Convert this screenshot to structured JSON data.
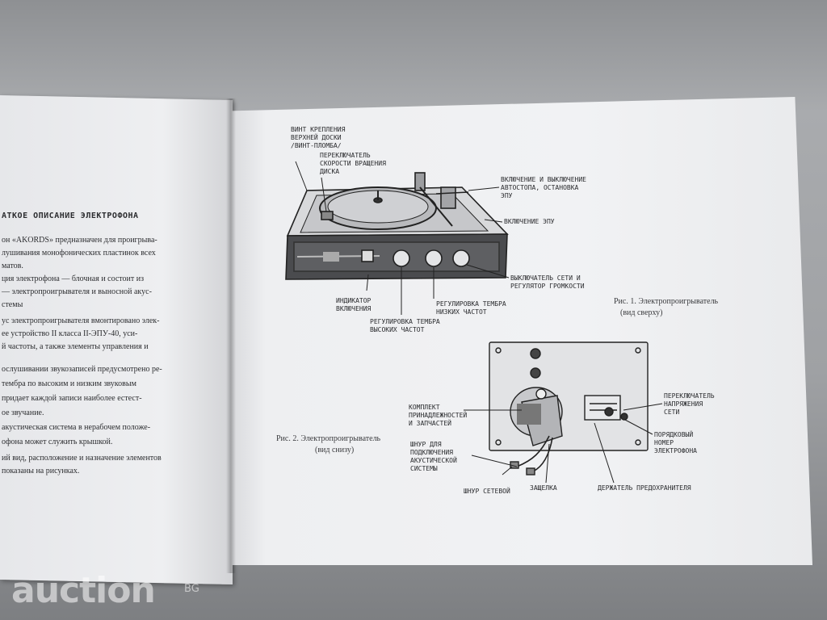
{
  "left_page": {
    "heading": "АТКОЕ ОПИСАНИЕ ЭЛЕКТРОФОНА",
    "lines": [
      "он «AKORDS» предназначен для проигрыва-",
      "лушивания монофонических пластинок всех",
      "матов.",
      "ция электрофона — блочная и состоит из",
      "— электропроигрывателя и выносной акус-",
      "стемы",
      "ус электропроигрывателя вмонтировано элек-",
      "ее устройство II класса II-ЭПУ-40, уси-",
      "й частоты, а также элементы управления и",
      "ослушивании звукозаписей предусмотрено ре-",
      "тембра по высоким и низким звуковым",
      "придает каждой записи наиболее естест-",
      "ое звучание.",
      "акустическая система в нерабочем положе-",
      "офона может служить крышкой.",
      "ий вид, расположение и назначение элементов",
      "показаны на рисунках."
    ]
  },
  "figure1": {
    "caption_line1": "Рис. 1. Электропроигрыватель",
    "caption_line2": "(вид сверху)",
    "labels": {
      "screw": "ВИНТ КРЕПЛЕНИЯ\nВЕРХНЕЙ ДОСКИ\n/ВИНТ-ПЛОМБА/",
      "speed": "ПЕРЕКЛЮЧАТЕЛЬ\nСКОРОСТИ ВРАЩЕНИЯ\nДИСКА",
      "autostop": "ВКЛЮЧЕНИЕ И ВЫКЛЮЧЕНИЕ\nАВТОСТОПА, ОСТАНОВКА\nЭПУ",
      "epu_on": "ВКЛЮЧЕНИЕ ЭПУ",
      "power": "ВЫКЛЮЧАТЕЛЬ СЕТИ И\nРЕГУЛЯТОР ГРОМКОСТИ",
      "indicator": "ИНДИКАТОР\nВКЛЮЧЕНИЯ",
      "bass": "РЕГУЛИРОВКА ТЕМБРА\nНИЗКИХ ЧАСТОТ",
      "treble": "РЕГУЛИРОВКА ТЕМБРА\nВЫСОКИХ ЧАСТОТ"
    }
  },
  "figure2": {
    "caption_line1": "Рис. 2. Электропроигрыватель",
    "caption_line2": "(вид снизу)",
    "labels": {
      "accessories": "КОМПЛЕКТ\nПРИНАДЛЕЖНОСТЕЙ\nИ ЗАПЧАСТЕЙ",
      "speaker_cord": "ШНУР ДЛЯ\nПОДКЛЮЧЕНИЯ\nАКУСТИЧЕСКОЙ\nСИСТЕМЫ",
      "voltage": "ПЕРЕКЛЮЧАТЕЛЬ\nНАПРЯЖЕНИЯ\nСЕТИ",
      "serial": "ПОРЯДКОВЫЙ\nНОМЕР\nЭЛЕКТРОФОНА",
      "mains_cord": "ШНУР СЕТЕВОЙ",
      "latch": "ЗАЩЕЛКА",
      "fuse": "ДЕРЖАТЕЛЬ ПРЕДОХРАНИТЕЛЯ"
    }
  },
  "watermark": {
    "text": "auction",
    "suffix": "BG"
  }
}
